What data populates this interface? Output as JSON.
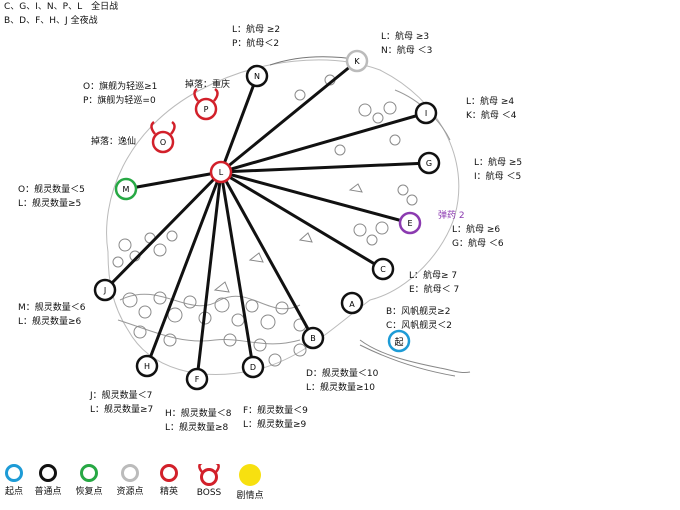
{
  "header": {
    "day_battle": "C、G、I、N、P、L　全日战",
    "night_battle": "B、D、F、H、J 全夜战"
  },
  "nodes": [
    {
      "id": "start",
      "label": "起",
      "type": "start"
    },
    {
      "id": "A",
      "label": "A",
      "type": "normal"
    },
    {
      "id": "B",
      "label": "B",
      "type": "normal"
    },
    {
      "id": "C",
      "label": "C",
      "type": "normal"
    },
    {
      "id": "D",
      "label": "D",
      "type": "normal"
    },
    {
      "id": "E",
      "label": "E",
      "type": "storm"
    },
    {
      "id": "F",
      "label": "F",
      "type": "normal"
    },
    {
      "id": "G",
      "label": "G",
      "type": "normal"
    },
    {
      "id": "H",
      "label": "H",
      "type": "normal"
    },
    {
      "id": "I",
      "label": "I",
      "type": "normal"
    },
    {
      "id": "J",
      "label": "J",
      "type": "normal"
    },
    {
      "id": "K",
      "label": "K",
      "type": "resource"
    },
    {
      "id": "L",
      "label": "L",
      "type": "elite"
    },
    {
      "id": "M",
      "label": "M",
      "type": "repair"
    },
    {
      "id": "N",
      "label": "N",
      "type": "normal"
    },
    {
      "id": "O",
      "label": "O",
      "type": "boss"
    },
    {
      "id": "P",
      "label": "P",
      "type": "boss"
    }
  ],
  "routes": {
    "N": [
      "L：航母 ≥2",
      "P：航母＜2"
    ],
    "K": [
      "L：航母 ≥3",
      "N：航母 ＜3"
    ],
    "I": [
      "L：航母 ≥4",
      "K：航母 ＜4"
    ],
    "G": [
      "L：航母 ≥5",
      "I：航母 ＜5"
    ],
    "E_title": "弹药 2",
    "E": [
      "L：航母 ≥6",
      "G：航母 ＜6"
    ],
    "C": [
      "L：航母≥ 7",
      "E：航母＜ 7"
    ],
    "A": [
      "B：风帆舰灵≥2",
      "C：风帆舰灵＜2"
    ],
    "B": [
      "D：舰灵数量＜10",
      "L：舰灵数量≥10"
    ],
    "D": [
      "F：舰灵数量＜9",
      "L：舰灵数量≥9"
    ],
    "F": [
      "H：舰灵数量＜8",
      "L：舰灵数量≥8"
    ],
    "H": [
      "J：舰灵数量＜7",
      "L：舰灵数量≥7"
    ],
    "J": [
      "M：舰灵数量＜6",
      "L：舰灵数量≥6"
    ],
    "M": [
      "O：舰灵数量＜5",
      "L：舰灵数量≥5"
    ],
    "L": [
      "O：旗舰为轻巡≥1",
      "P：旗舰为轻巡=0"
    ],
    "O_drop": "掉落：逸仙",
    "P_drop": "掉落：重庆"
  },
  "legend": [
    {
      "label": "起点",
      "color": "#1d9bd6"
    },
    {
      "label": "普通点",
      "color": "#111111"
    },
    {
      "label": "恢复点",
      "color": "#27a844"
    },
    {
      "label": "资源点",
      "color": "#bbbbbb"
    },
    {
      "label": "精英",
      "color": "#d2202a"
    },
    {
      "label": "BOSS",
      "color": "#d2202a"
    },
    {
      "label": "剧情点",
      "color": "#f7e010"
    }
  ]
}
